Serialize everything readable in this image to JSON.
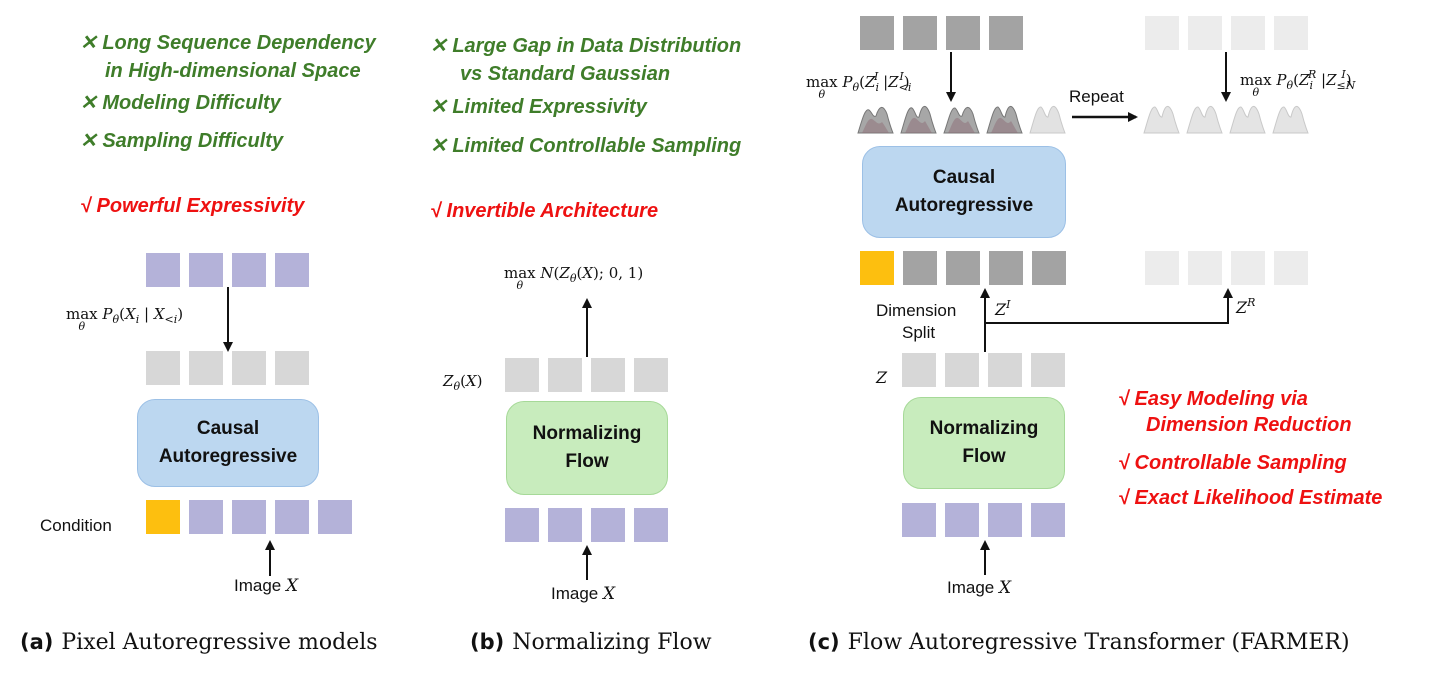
{
  "panel_a": {
    "cons": [
      "✕ Long Sequence Dependency",
      "in High-dimensional Space",
      "✕ Modeling Difficulty",
      "✕ Sampling Difficulty"
    ],
    "pro": "√ Powerful Expressivity",
    "model_line1": "Causal",
    "model_line2": "Autoregressive",
    "condition_label": "Condition",
    "input_label": "Image",
    "input_var": "X",
    "caption_letter": "(a)",
    "caption_text": "Pixel Autoregressive models"
  },
  "panel_b": {
    "cons": [
      "✕ Large Gap in Data Distribution",
      "vs Standard Gaussian",
      "✕ Limited Expressivity",
      "✕ Limited Controllable Sampling"
    ],
    "pro": "√ Invertible Architecture",
    "model_line1": "Normalizing",
    "model_line2": "Flow",
    "input_label": "Image",
    "input_var": "X",
    "caption_letter": "(b)",
    "caption_text": "Normalizing Flow"
  },
  "panel_c": {
    "model_line1": "Causal",
    "model_line2": "Autoregressive",
    "flow_line1": "Normalizing",
    "flow_line2": "Flow",
    "repeat_label": "Repeat",
    "split_line1": "Dimension",
    "split_line2": "Split",
    "z_label": "Z",
    "input_label": "Image",
    "input_var": "X",
    "pros": [
      "√ Easy Modeling via",
      "Dimension Reduction",
      "√ Controllable Sampling",
      "√ Exact Likelihood Estimate"
    ],
    "caption_letter": "(c)",
    "caption_text": "Flow Autoregressive Transformer (FARMER)"
  },
  "colors": {
    "con_green": "#3f7d2a",
    "pro_red": "#ee1111",
    "token_purple": "#b4b2d9",
    "token_gray": "#d7d7d7",
    "token_dark": "#a3a3a3",
    "condition_orange": "#fdbf0f",
    "ar_blue": "#bcd7f0",
    "flow_green": "#c8ecbd"
  }
}
